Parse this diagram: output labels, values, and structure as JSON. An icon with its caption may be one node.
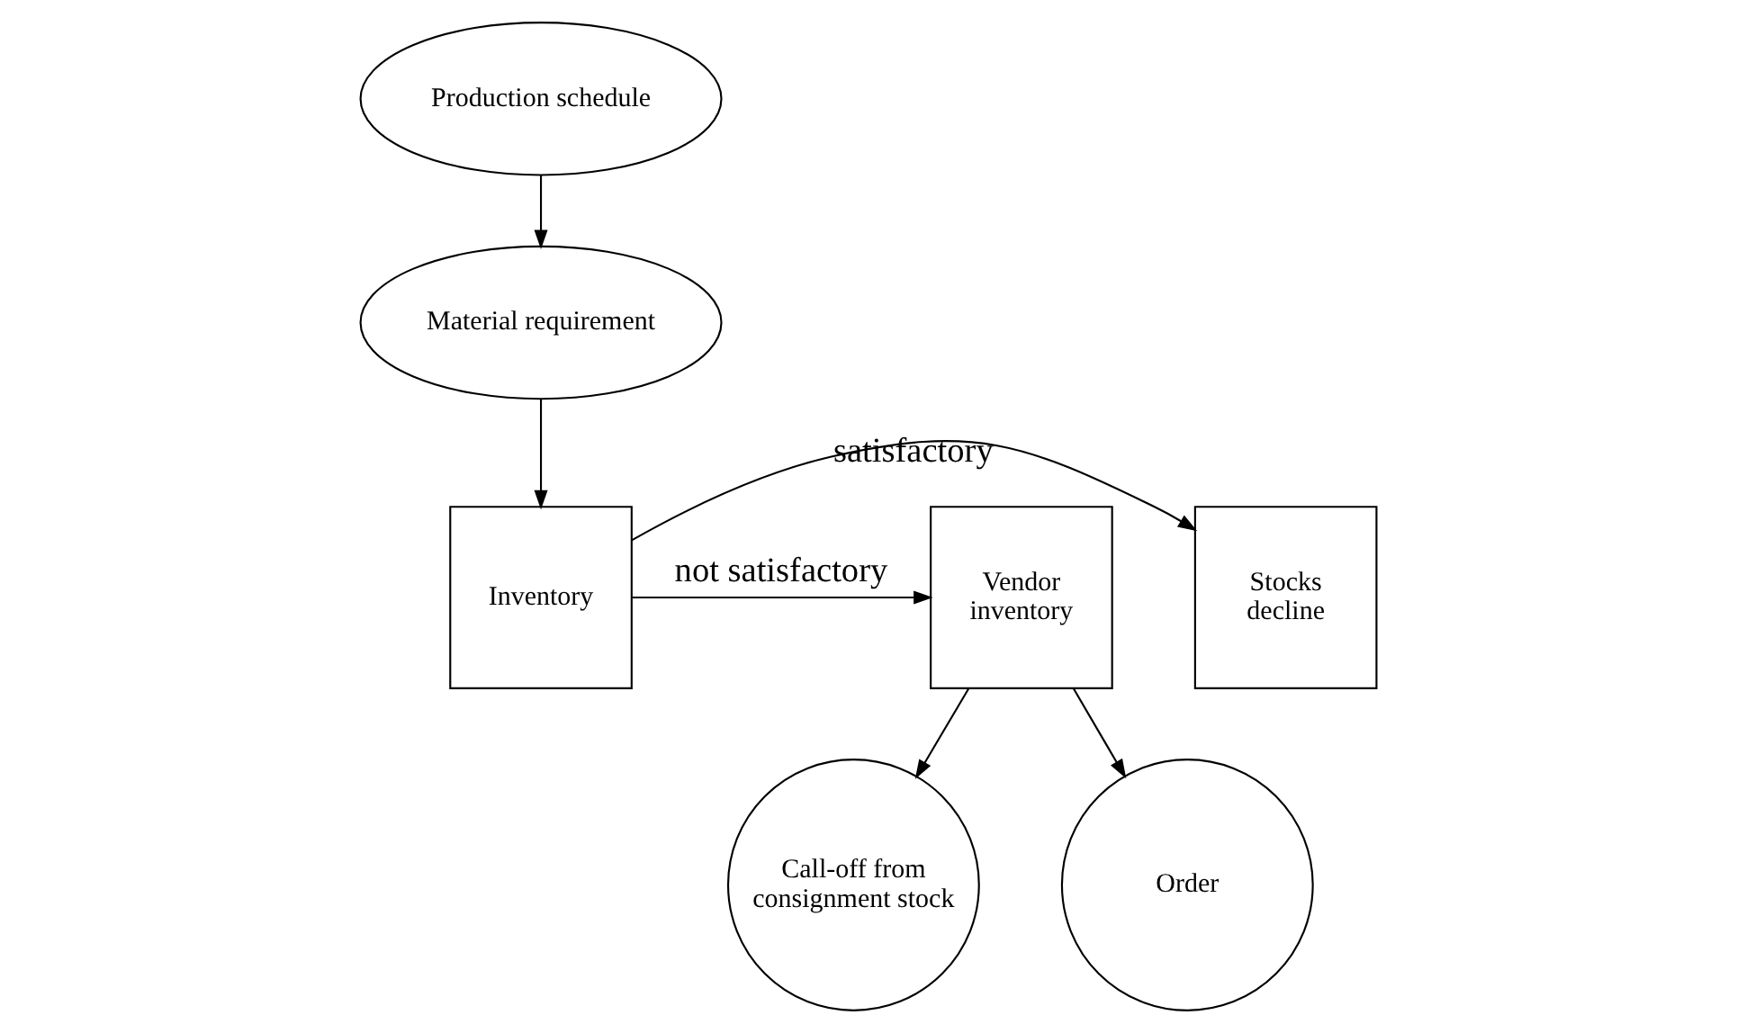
{
  "diagram": {
    "nodes": [
      {
        "text": [
          "Production schedule"
        ]
      },
      {
        "text": [
          "Material requirement"
        ]
      },
      {
        "text": [
          "Inventory"
        ]
      },
      {
        "text": [
          "Stocks decline"
        ]
      },
      {
        "text": [
          "Vendor inventory"
        ]
      },
      {
        "text": [
          "Call-off from consignment stock"
        ]
      },
      {
        "text": [
          "Order"
        ]
      }
    ],
    "edges": [
      {
        "from": 0,
        "to": 1,
        "arrow": "to"
      },
      {
        "from": 1,
        "to": 2,
        "arrow": "to"
      },
      {
        "from": 2,
        "to": 3,
        "arrow": "to",
        "label": "satisfactory"
      },
      {
        "from": 2,
        "to": 4,
        "arrow": "to",
        "label": "not satisfactory"
      },
      {
        "from": 4,
        "to": 5,
        "arrow": "to"
      },
      {
        "from": 4,
        "to": 6,
        "arrow": "to"
      }
    ]
  }
}
